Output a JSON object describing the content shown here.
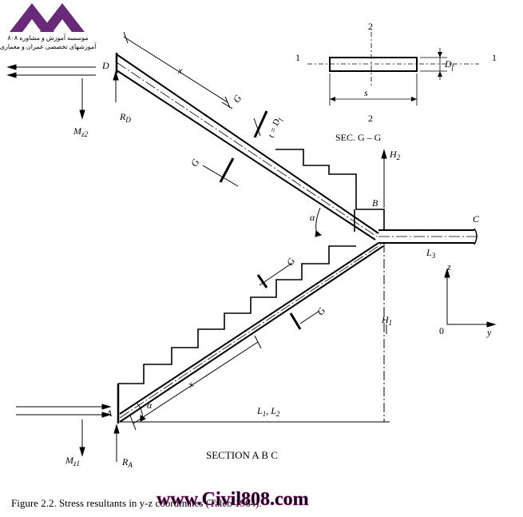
{
  "watermark": {
    "logo_line1": "موسسه آموزش و مشاوره ۸۰۸",
    "logo_line2": "آموزشهای تخصصی عمران و معماری",
    "site": "www.Civil808.com"
  },
  "labels": {
    "D": "D",
    "RD": "R",
    "RD_sub": "D",
    "Mz2": "M",
    "Mz2_sub": "z2",
    "x_top": "x",
    "G_top1": "G",
    "G_top2": "G",
    "t_eq_Df": "t = D",
    "t_eq_Df_sub": "f",
    "H2": "H",
    "H2_sub": "2",
    "B": "B",
    "C": "C",
    "alpha_top": "α",
    "L3": "L",
    "L3_sub": "3",
    "G_low1": "G",
    "G_low2": "G",
    "H1": "H",
    "H1_sub": "1",
    "z": "z",
    "y": "y",
    "origin": "0",
    "x_low": "x",
    "A": "A",
    "alpha_low": "α",
    "L1L2": "L",
    "L1L2_a_sub": "1",
    "L1L2_mid": ", L",
    "L1L2_b_sub": "2",
    "Mz1": "M",
    "Mz1_sub": "z1",
    "RA": "R",
    "RA_sub": "A",
    "section_title": "SECTION  A B C"
  },
  "section_gg": {
    "axis2_top": "2",
    "axis2_bottom": "2",
    "axis1_left": "1",
    "axis1_right": "1",
    "Df": "D",
    "Df_sub": "f",
    "s": "s",
    "title": "SEC. G – G"
  },
  "caption": "Figure 2.2. Stress resultants in y-z coordinates (Taleb 1964)."
}
